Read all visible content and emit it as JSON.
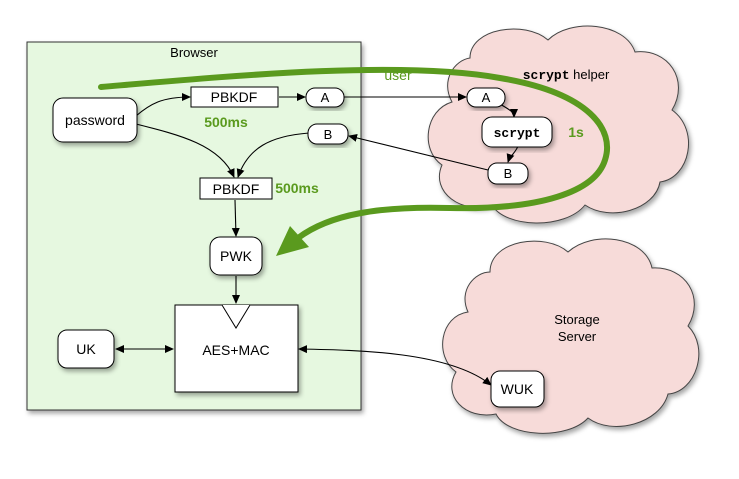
{
  "browser": {
    "title": "Browser"
  },
  "helper": {
    "title_code": "scrypt",
    "title_rest": " helper"
  },
  "storage": {
    "title_line1": "Storage",
    "title_line2": "Server"
  },
  "nodes": {
    "password": "password",
    "pbkdf1": "PBKDF",
    "pbkdf2": "PBKDF",
    "a_left": "A",
    "b_left": "B",
    "a_right": "A",
    "b_right": "B",
    "scrypt": "scrypt",
    "pwk": "PWK",
    "aes_mac": "AES+MAC",
    "uk": "UK",
    "wuk": "WUK"
  },
  "annotations": {
    "user": "user",
    "timing1": "500ms",
    "timing2": "500ms",
    "timing_scrypt": "1s"
  },
  "colors": {
    "browser_fill": "#e6f8e0",
    "cloud_fill": "#f7dbd9",
    "green_path": "#5a9a1e"
  }
}
